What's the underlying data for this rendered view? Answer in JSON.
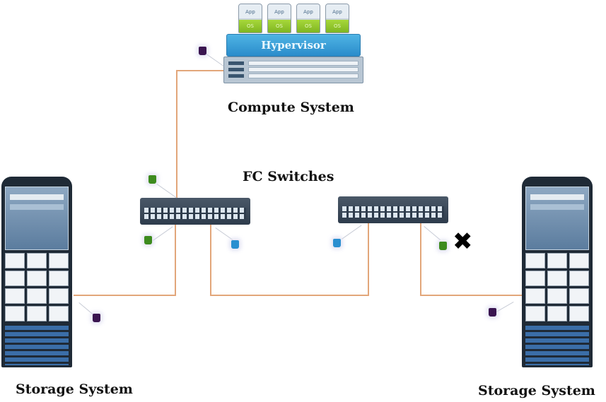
{
  "diagram": {
    "compute_system": {
      "label": "Compute System",
      "hypervisor_label": "Hypervisor",
      "vms": [
        {
          "app": "App",
          "os": "OS"
        },
        {
          "app": "App",
          "os": "OS"
        },
        {
          "app": "App",
          "os": "OS"
        },
        {
          "app": "App",
          "os": "OS"
        }
      ]
    },
    "fc_switches": {
      "label": "FC Switches"
    },
    "storage_left": {
      "label": "Storage System"
    },
    "storage_right": {
      "label": "Storage System"
    },
    "failure_marker": {
      "glyph": "✖",
      "meaning": "failed-port"
    },
    "colors": {
      "link": "#e2a67a",
      "hba_port": "#3a1550",
      "switch_port_green": "#3d8b1e",
      "switch_port_blue": "#2a8fd0",
      "hypervisor": "#2a8ccb",
      "vm_os": "#8cc63f"
    }
  }
}
